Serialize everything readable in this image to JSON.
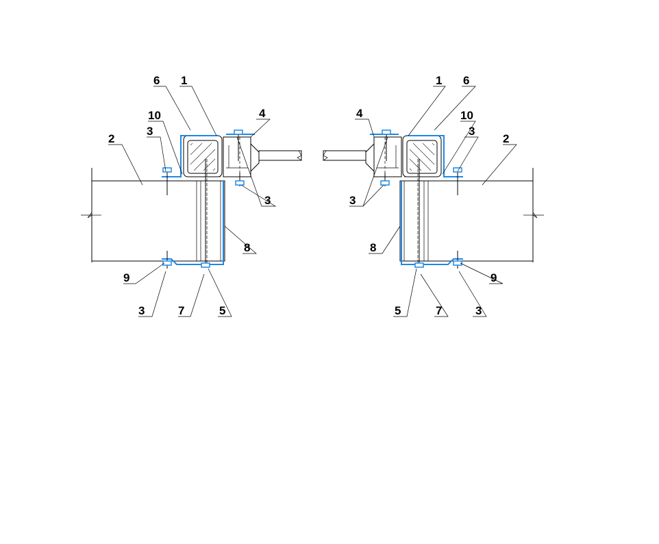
{
  "left_assembly": {
    "callouts": {
      "c6": "6",
      "c1": "1",
      "c10": "10",
      "c4": "4",
      "c3a": "3",
      "c2": "2",
      "c3b": "3",
      "c8": "8",
      "c9": "9",
      "c3c": "3",
      "c7": "7",
      "c5": "5"
    }
  },
  "right_assembly": {
    "callouts": {
      "c1": "1",
      "c6": "6",
      "c4": "4",
      "c10": "10",
      "c3a": "3",
      "c2": "2",
      "c3b": "3",
      "c8": "8",
      "c9": "9",
      "c5": "5",
      "c7": "7",
      "c3c": "3"
    }
  },
  "colors": {
    "profile_blue": "#1e88e5",
    "line_black": "#000000",
    "background": "#ffffff"
  }
}
